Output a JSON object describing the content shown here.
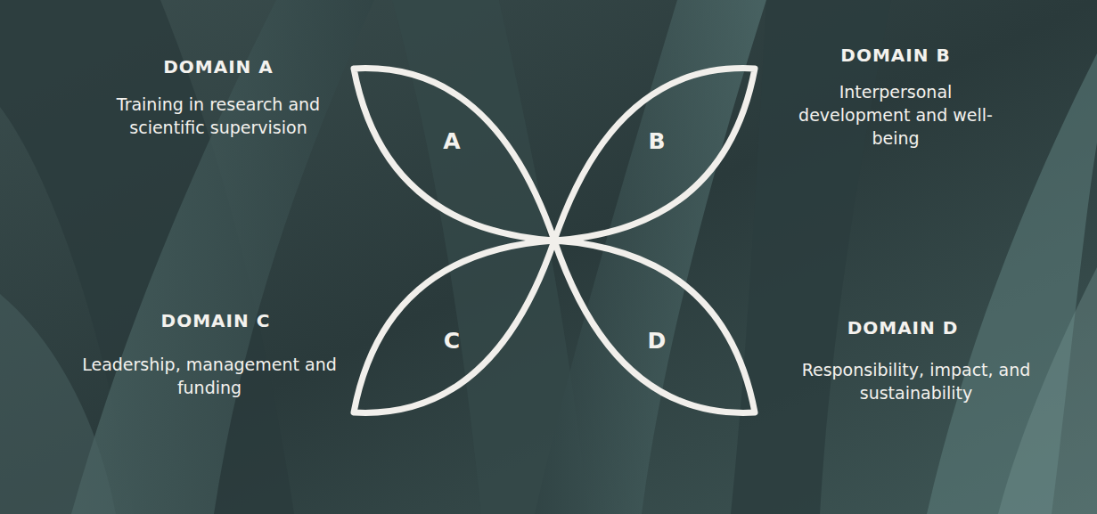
{
  "diagram": {
    "nodes": [
      {
        "text": [
          "A"
        ]
      },
      {
        "text": [
          "B"
        ]
      },
      {
        "text": [
          "C"
        ]
      },
      {
        "text": [
          "D"
        ]
      }
    ],
    "labels": [
      "DOMAIN A",
      "Training in research and scientific supervision",
      "DOMAIN B",
      "Interpersonal development and well-being",
      "DOMAIN C",
      "Leadership, management and funding",
      "DOMAIN D",
      "Responsibility, impact, and sustainability"
    ]
  }
}
